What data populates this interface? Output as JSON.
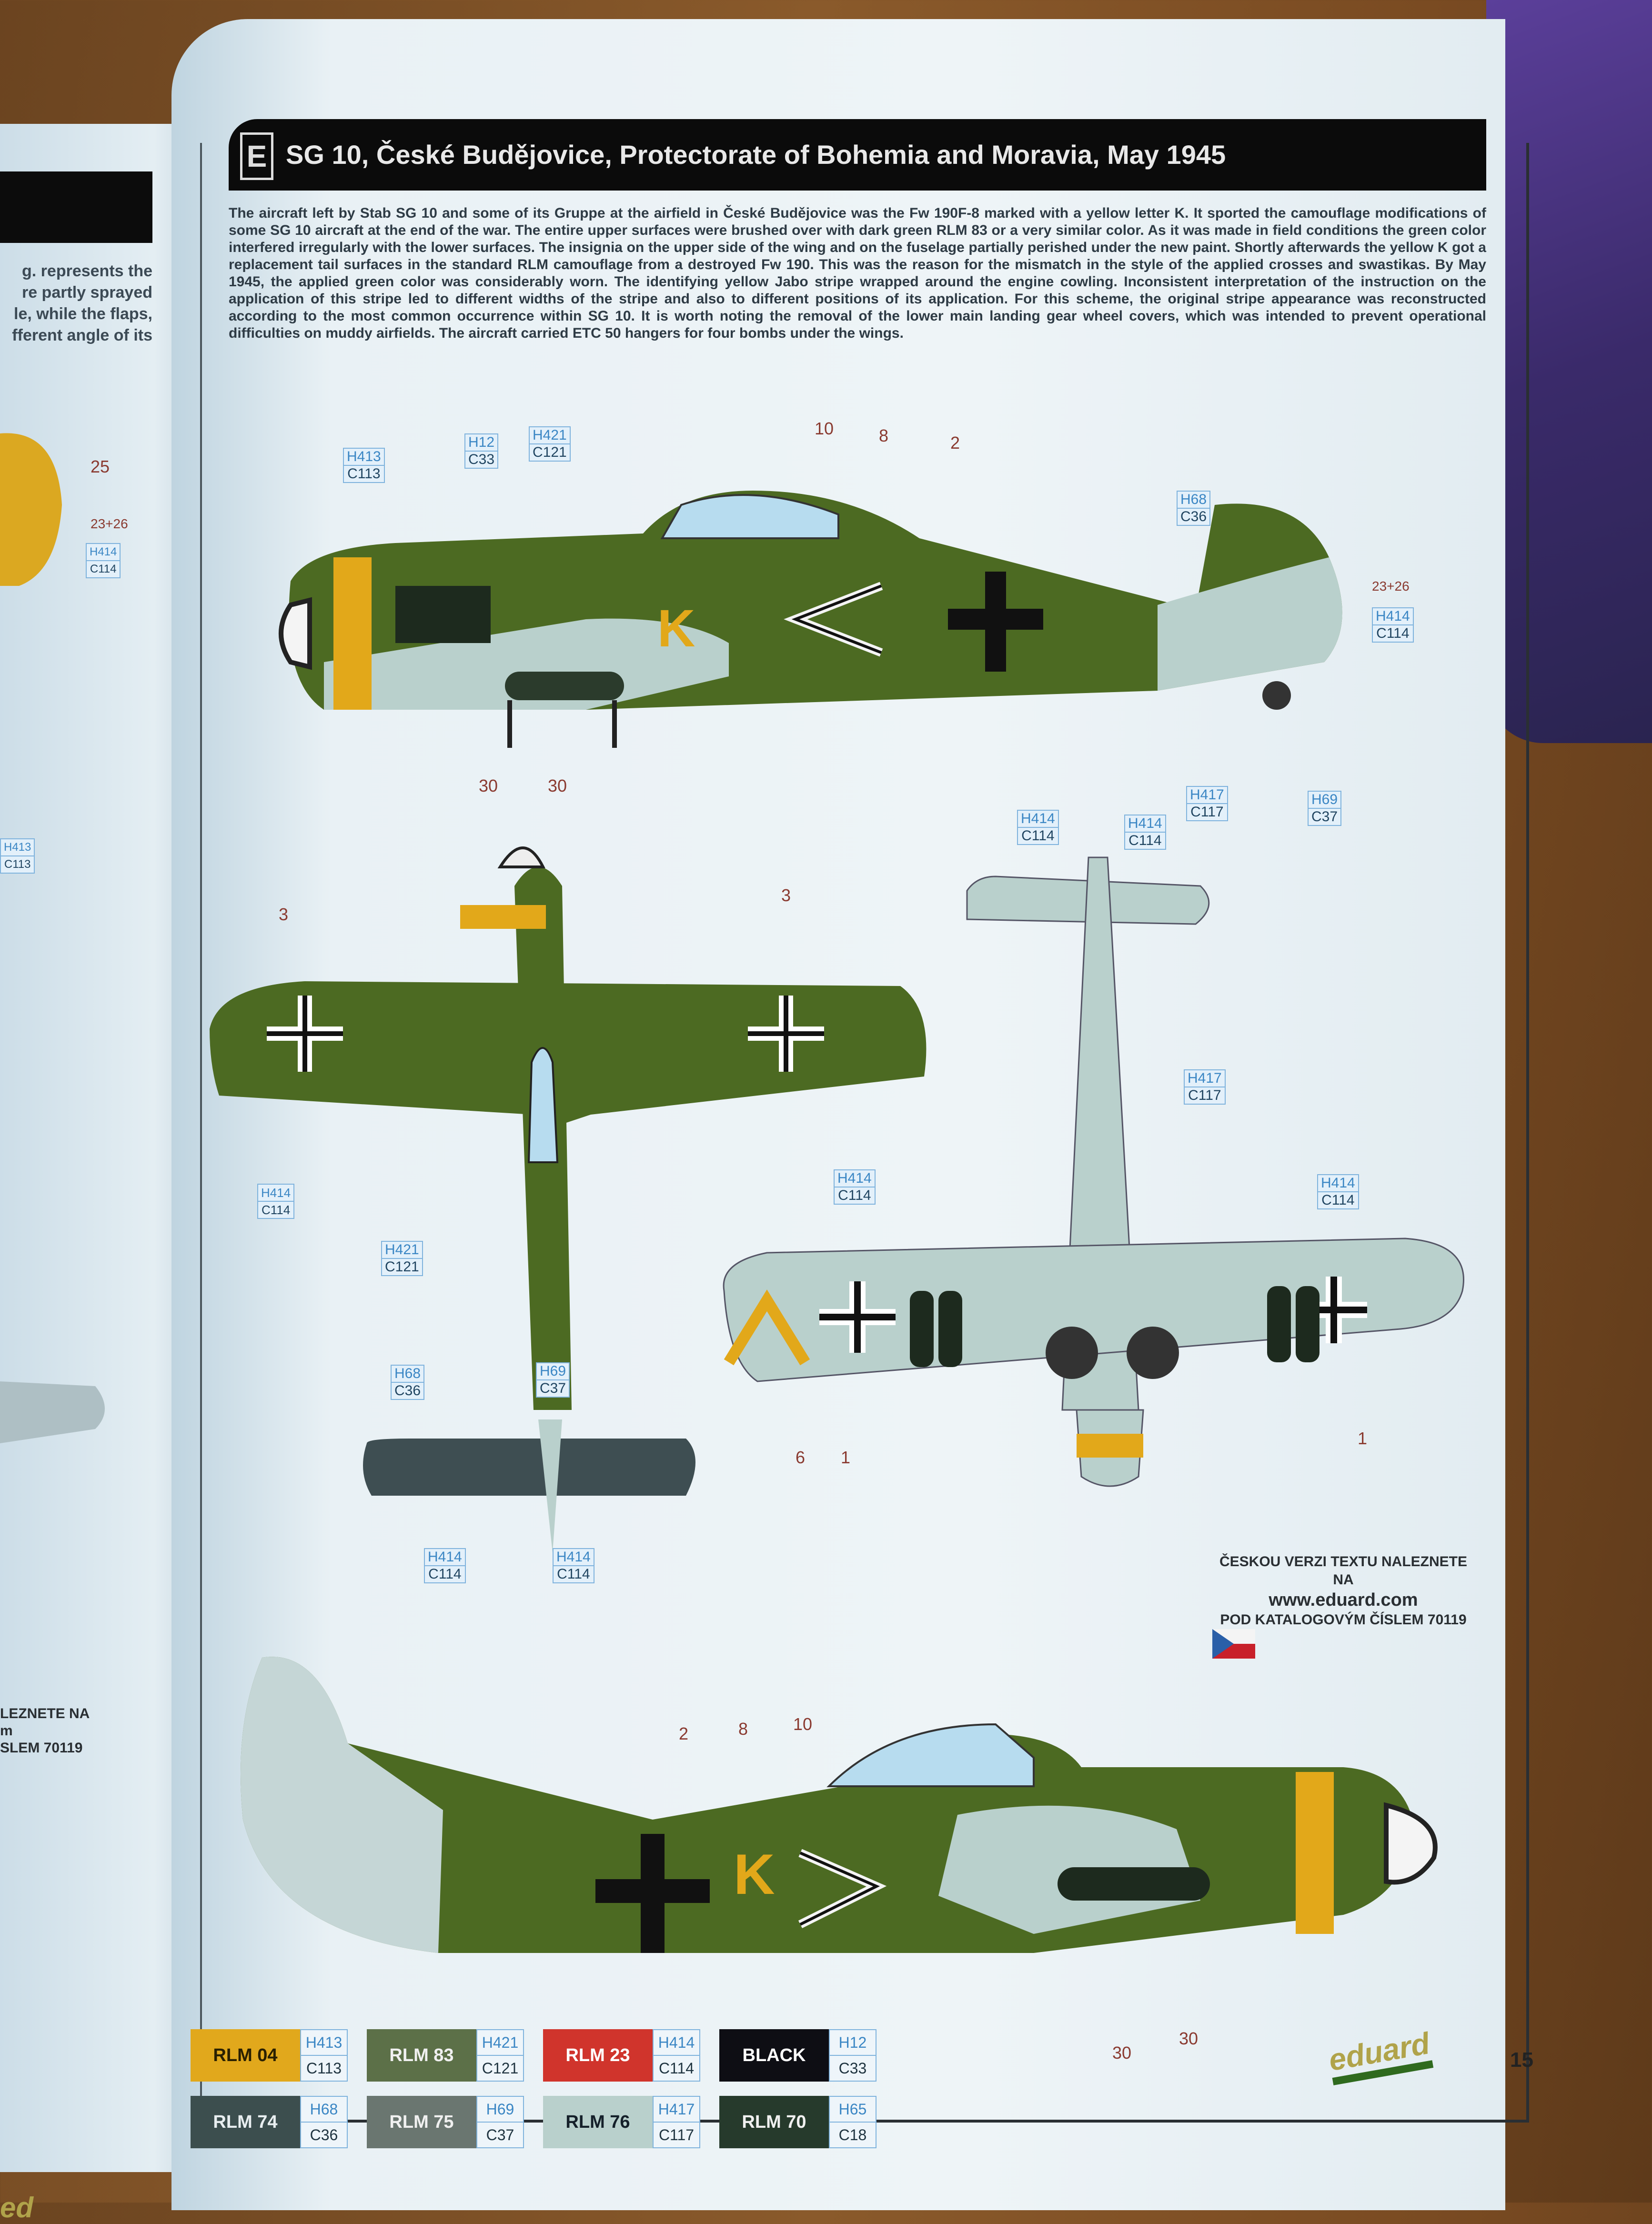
{
  "left_page": {
    "text_lines": [
      "g. represents the",
      "re partly sprayed",
      "le, while the flaps,",
      "fferent angle of its"
    ],
    "callouts": [
      {
        "label": "25"
      },
      {
        "label": "23+26"
      },
      {
        "h": "H414",
        "c": "C114"
      },
      {
        "h": "H413",
        "c": "C113"
      }
    ],
    "note_lines": [
      "LEZNETE NA",
      "m",
      "SLEM 70119"
    ],
    "logo": "ed"
  },
  "header": {
    "letter": "E",
    "title": "SG 10, České Budějovice, Protectorate of Bohemia and Moravia, May 1945"
  },
  "intro": "The aircraft left by Stab SG 10 and some of its Gruppe at the airfield in České Budějovice was the Fw 190F-8 marked with a yellow letter K. It sported the camouflage modifications of some SG 10 aircraft at the end of the war. The entire upper surfaces were brushed over with dark green RLM 83 or a very similar color. As it was made in field conditions the green color interfered irregularly with the lower surfaces. The insignia on the upper side of the wing and on the fuselage partially perished under the new paint. Shortly afterwards the yellow K got a replacement tail surfaces in the standard RLM camouflage from a destroyed Fw 190. This was the reason for the mismatch in the style of the applied crosses and swastikas. By May 1945, the applied green color was considerably worn. The identifying yellow Jabo stripe wrapped around the engine cowling. Inconsistent interpretation of the instruction on the application of this stripe led to different widths of the stripe and also to different positions of its application. For this scheme, the original stripe appearance was reconstructed according to the most common occurrence within SG 10. It is worth noting the removal of the lower main landing gear wheel covers, which was intended to prevent operational difficulties on muddy airfields. The aircraft carried ETC 50 hangers for four bombs under the wings.",
  "side_view_left": {
    "callouts": [
      {
        "h": "H413",
        "c": "C113"
      },
      {
        "h": "H12",
        "c": "C33"
      },
      {
        "h": "H421",
        "c": "C121"
      },
      {
        "h": "H68",
        "c": "C36"
      },
      {
        "h": "H414",
        "c": "C114"
      },
      {
        "h": "H417",
        "c": "C117"
      },
      {
        "h": "H69",
        "c": "C37"
      }
    ],
    "numbers": [
      "10",
      "8",
      "2",
      "23+26",
      "30",
      "30"
    ],
    "code_letter": "K"
  },
  "top_view": {
    "callouts": [
      {
        "h": "H414",
        "c": "C114"
      },
      {
        "h": "H421",
        "c": "C121"
      },
      {
        "h": "H68",
        "c": "C36"
      },
      {
        "h": "H69",
        "c": "C37"
      },
      {
        "h": "H414",
        "c": "C114"
      },
      {
        "h": "H414",
        "c": "C114"
      }
    ],
    "numbers": [
      "3",
      "3"
    ]
  },
  "bottom_view": {
    "callouts": [
      {
        "h": "H414",
        "c": "C114"
      },
      {
        "h": "H414",
        "c": "C114"
      },
      {
        "h": "H417",
        "c": "C117"
      },
      {
        "h": "H414",
        "c": "C114"
      },
      {
        "h": "H414",
        "c": "C114"
      }
    ],
    "numbers": [
      "6",
      "1",
      "1"
    ]
  },
  "side_view_right": {
    "numbers": [
      "2",
      "8",
      "10",
      "30",
      "30"
    ],
    "code_letter": "K"
  },
  "czech_note": {
    "line1": "ČESKOU VERZI TEXTU NALEZNETE NA",
    "url": "www.eduard.com",
    "line2": "POD KATALOGOVÝM ČÍSLEM 70119"
  },
  "legend": [
    {
      "name": "RLM 04",
      "h": "H413",
      "c": "C113",
      "color": "#e1a81c",
      "text": "#2a2000"
    },
    {
      "name": "RLM 74",
      "h": "H68",
      "c": "C36",
      "color": "#3c4e4e",
      "text": "#e8eef0"
    },
    {
      "name": "RLM 83",
      "h": "H421",
      "c": "C121",
      "color": "#5c7048",
      "text": "#f0f0f0"
    },
    {
      "name": "RLM 75",
      "h": "H69",
      "c": "C37",
      "color": "#6a7670",
      "text": "#f0f0f0"
    },
    {
      "name": "RLM 23",
      "h": "H414",
      "c": "C114",
      "color": "#d0342c",
      "text": "#ffffff"
    },
    {
      "name": "RLM 76",
      "h": "H417",
      "c": "C117",
      "color": "#b9d0cc",
      "text": "#15202a"
    },
    {
      "name": "BLACK",
      "h": "H12",
      "c": "C33",
      "color": "#0e0e14",
      "text": "#ffffff"
    },
    {
      "name": "RLM 70",
      "h": "H65",
      "c": "C18",
      "color": "#263a2c",
      "text": "#f0f0f0"
    }
  ],
  "footer": {
    "logo": "eduard",
    "page_number": "15"
  }
}
